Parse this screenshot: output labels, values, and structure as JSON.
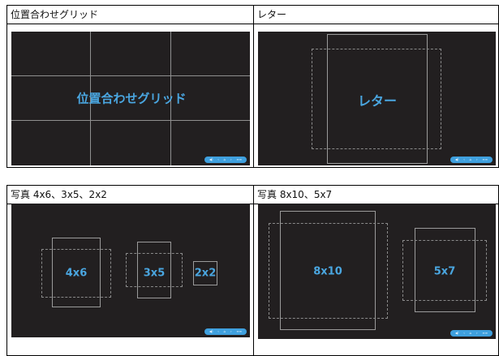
{
  "cells": [
    {
      "title": "位置合わせグリッド",
      "overlay_label": "位置合わせグリッド"
    },
    {
      "title": "レター",
      "overlay_label": "レター"
    },
    {
      "title": "写真 4x6、3x5、2x2",
      "labels": [
        "4x6",
        "3x5",
        "2x2"
      ]
    },
    {
      "title": "写真 8x10、5x7",
      "labels": [
        "8x10",
        "5x7"
      ]
    }
  ],
  "osd_icons": [
    "speaker-icon",
    "left-arrow-icon",
    "home-icon",
    "right-arrow-icon",
    "menu-icon"
  ],
  "colors": {
    "screen_bg": "#221f20",
    "label": "#4aa6e0",
    "osd_bar": "#3fa0de",
    "guide_line": "#8f8f8f"
  }
}
